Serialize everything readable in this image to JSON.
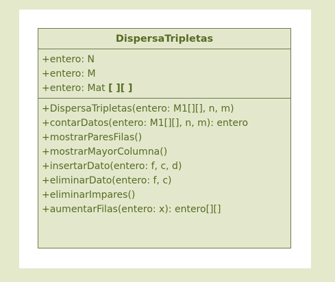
{
  "uml_class": {
    "name": "DispersaTripletas",
    "attributes": [
      {
        "text": "+entero: N"
      },
      {
        "text": "+entero: M"
      },
      {
        "text": "+entero: Mat ",
        "suffix": "[ ][ ]"
      }
    ],
    "methods": [
      "+DispersaTripletas(entero: M1[][], n, m)",
      "+contarDatos(entero: M1[][], n, m): entero",
      "+mostrarParesFilas()",
      "+mostrarMayorColumna()",
      "+insertarDato(entero: f, c, d)",
      "+eliminarDato(entero: f, c)",
      "+eliminarImpares()",
      "+aumentarFilas(entero: x): entero[][]"
    ]
  },
  "colors": {
    "background": "#e4e9cc",
    "canvas": "#ffffff",
    "class_fill": "#e3e8cc",
    "border": "#6d7a4e",
    "text": "#566a23"
  }
}
